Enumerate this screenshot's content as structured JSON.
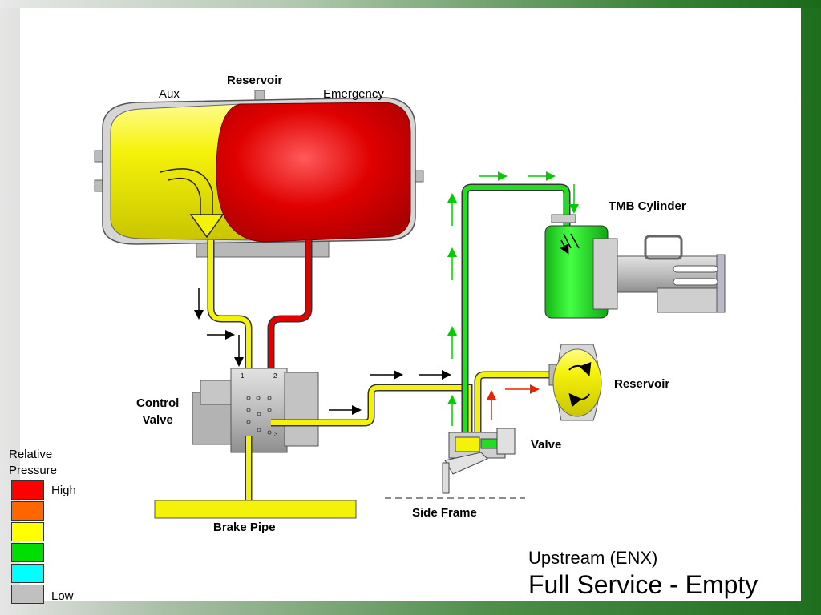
{
  "labels": {
    "reservoir_top": "Reservoir",
    "aux": "Aux",
    "emergency": "Emergency",
    "tmb_cylinder": "TMB Cylinder",
    "reservoir_right": "Reservoir",
    "control_valve": "Control\nValve",
    "valve": "Valve",
    "side_frame": "Side Frame",
    "brake_pipe": "Brake Pipe",
    "port_1": "1",
    "port_2": "2",
    "port_3": "3"
  },
  "legend": {
    "title_line1": "Relative",
    "title_line2": "Pressure",
    "high": "High",
    "low": "Low",
    "levels": [
      "#ff0000",
      "#ff6600",
      "#ffff00",
      "#00dd00",
      "#00ffff",
      "#c0c0c0"
    ]
  },
  "titles": {
    "subtitle": "Upstream (ENX)",
    "main": "Full Service - Empty"
  },
  "colors": {
    "aux_reservoir": "#f2f20a",
    "emergency_reservoir": "#e00000",
    "cylinder": "#22dd22",
    "body_grey": "#bdbdbd",
    "flow_arrow_green": "#00cc00",
    "flow_arrow_red": "#ee2200",
    "flow_arrow_black": "#000000"
  }
}
